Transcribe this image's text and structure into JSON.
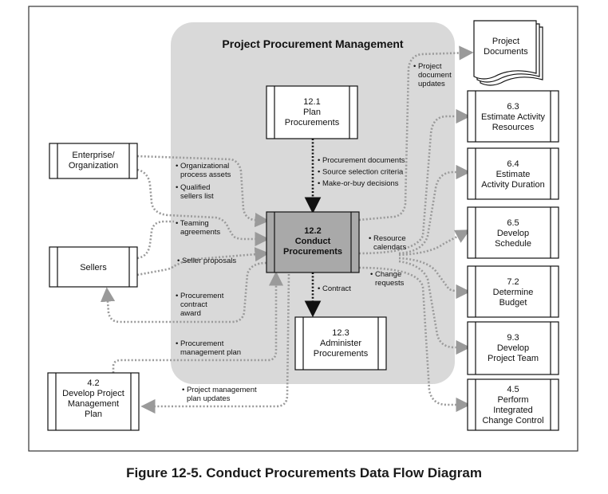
{
  "diagram": {
    "title": "Project Procurement Management",
    "caption": "Figure 12-5. Conduct Procurements Data Flow Diagram",
    "colors": {
      "background": "#ffffff",
      "frame": "#333333",
      "region_fill": "#d9d9d9",
      "central_fill": "#a9a9a9",
      "box_fill": "#ffffff",
      "stroke": "#111111",
      "dotted_flow": "#9a9a9a",
      "main_flow": "#111111"
    },
    "nodes": {
      "enterprise": {
        "lines": [
          "Enterprise/",
          "Organization"
        ]
      },
      "sellers": {
        "lines": [
          "Sellers"
        ]
      },
      "plan_pm": {
        "lines": [
          "4.2",
          "Develop Project",
          "Management",
          "Plan"
        ]
      },
      "plan_proc": {
        "lines": [
          "12.1",
          "Plan",
          "Procurements"
        ]
      },
      "conduct_proc": {
        "lines": [
          "12.2",
          "Conduct",
          "Procurements"
        ]
      },
      "admin_proc": {
        "lines": [
          "12.3",
          "Administer",
          "Procurements"
        ]
      },
      "project_docs": {
        "lines": [
          "Project",
          "Documents"
        ]
      },
      "est_resources": {
        "lines": [
          "6.3",
          "Estimate Activity",
          "Resources"
        ]
      },
      "est_duration": {
        "lines": [
          "6.4",
          "Estimate",
          "Activity Duration"
        ]
      },
      "dev_schedule": {
        "lines": [
          "6.5",
          "Develop",
          "Schedule"
        ]
      },
      "det_budget": {
        "lines": [
          "7.2",
          "Determine",
          "Budget"
        ]
      },
      "dev_team": {
        "lines": [
          "9.3",
          "Develop",
          "Project Team"
        ]
      },
      "int_change": {
        "lines": [
          "4.5",
          "Perform",
          "Integrated",
          "Change Control"
        ]
      }
    },
    "flow_labels": {
      "org_assets": [
        "• Organizational",
        "process assets"
      ],
      "qualified_sellers": [
        "• Qualified",
        "sellers list"
      ],
      "teaming": [
        "• Teaming",
        "agreements"
      ],
      "seller_proposals": [
        "• Seller proposals"
      ],
      "procurement_award": [
        "• Procurement",
        "contract",
        "award"
      ],
      "procurement_plan": [
        "• Procurement",
        "management plan"
      ],
      "pm_plan_updates": [
        "• Project management",
        "plan updates"
      ],
      "plan_outputs": [
        "• Procurement documents",
        "• Source selection criteria",
        "• Make-or-buy decisions"
      ],
      "contract": [
        "• Contract"
      ],
      "doc_updates": [
        "• Project",
        "document",
        "updates"
      ],
      "resource_calendars": [
        "• Resource",
        "calendars"
      ],
      "change_requests": [
        "• Change",
        "requests"
      ]
    }
  }
}
